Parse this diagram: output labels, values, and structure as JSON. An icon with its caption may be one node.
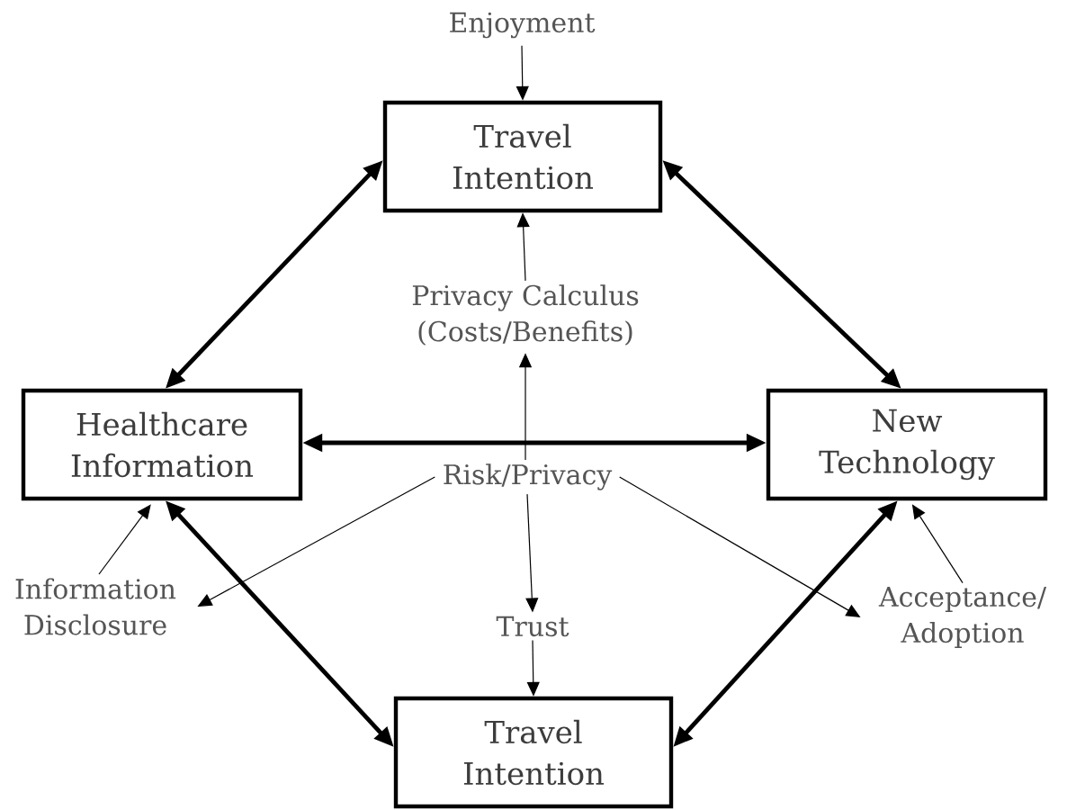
{
  "diagram": {
    "nodes": [
      {
        "text": [
          "Enjoyment"
        ]
      },
      {
        "text": [
          "Travel Intention"
        ]
      },
      {
        "text": [
          "Privacy Calculus (Costs/Benefits)"
        ]
      },
      {
        "text": [
          "Healthcare Information"
        ]
      },
      {
        "text": [
          "Risk/Privacy"
        ]
      },
      {
        "text": [
          "New Technology"
        ]
      },
      {
        "text": [
          "Information Disclosure"
        ]
      },
      {
        "text": [
          "Trust"
        ]
      },
      {
        "text": [
          "Acceptance/ Adoption"
        ]
      },
      {
        "text": [
          "Travel Intention"
        ]
      }
    ],
    "edges": [
      {
        "from": 0,
        "to": 1,
        "arrow": "to"
      },
      {
        "from": 2,
        "to": 1,
        "arrow": "to"
      },
      {
        "from": 4,
        "to": 2,
        "arrow": "to"
      },
      {
        "from": 3,
        "to": 1,
        "arrow": "both",
        "style": "thick"
      },
      {
        "from": 1,
        "to": 5,
        "arrow": "both",
        "style": "thick"
      },
      {
        "from": 3,
        "to": 5,
        "arrow": "both",
        "style": "thick"
      },
      {
        "from": 4,
        "to": 6,
        "arrow": "to"
      },
      {
        "from": 6,
        "to": 3,
        "arrow": "to"
      },
      {
        "from": 4,
        "to": 7,
        "arrow": "to"
      },
      {
        "from": 7,
        "to": 9,
        "arrow": "to"
      },
      {
        "from": 4,
        "to": 8,
        "arrow": "to"
      },
      {
        "from": 8,
        "to": 5,
        "arrow": "to"
      },
      {
        "from": 3,
        "to": 9,
        "arrow": "both",
        "style": "thick"
      },
      {
        "from": 9,
        "to": 5,
        "arrow": "both",
        "style": "thick"
      }
    ]
  }
}
